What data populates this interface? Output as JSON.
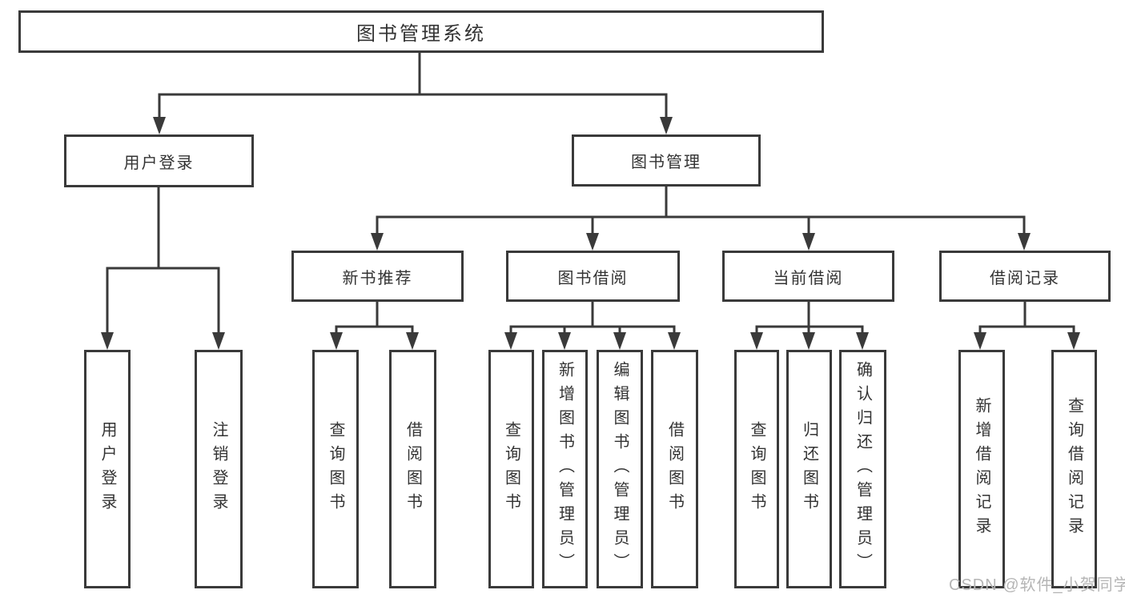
{
  "colors": {
    "line": "#3a3a3a",
    "box_border": "#3a3a3a",
    "text": "#333333",
    "background": "#ffffff",
    "watermark_text": "#b5b5b5"
  },
  "diagram": {
    "type": "hierarchy-tree",
    "root": {
      "label": "图书管理系统"
    },
    "level2": [
      {
        "label": "用户登录"
      },
      {
        "label": "图书管理"
      }
    ],
    "level3": [
      {
        "label": "新书推荐",
        "parent": "图书管理"
      },
      {
        "label": "图书借阅",
        "parent": "图书管理"
      },
      {
        "label": "当前借阅",
        "parent": "图书管理"
      },
      {
        "label": "借阅记录",
        "parent": "图书管理"
      }
    ],
    "leaves": [
      {
        "label": "用户登录",
        "parent": "用户登录"
      },
      {
        "label": "注销登录",
        "parent": "用户登录"
      },
      {
        "label": "查询图书",
        "parent": "新书推荐"
      },
      {
        "label": "借阅图书",
        "parent": "新书推荐"
      },
      {
        "label": "查询图书",
        "parent": "图书借阅"
      },
      {
        "label": "新增图书（管理员）",
        "parent": "图书借阅"
      },
      {
        "label": "编辑图书（管理员）",
        "parent": "图书借阅"
      },
      {
        "label": "借阅图书",
        "parent": "图书借阅"
      },
      {
        "label": "查询图书",
        "parent": "当前借阅"
      },
      {
        "label": "归还图书",
        "parent": "当前借阅"
      },
      {
        "label": "确认归还（管理员）",
        "parent": "当前借阅"
      },
      {
        "label": "新增借阅记录",
        "parent": "借阅记录"
      },
      {
        "label": "查询借阅记录",
        "parent": "借阅记录"
      }
    ]
  },
  "watermark": {
    "text": "CSDN @软件_小贺同学"
  }
}
